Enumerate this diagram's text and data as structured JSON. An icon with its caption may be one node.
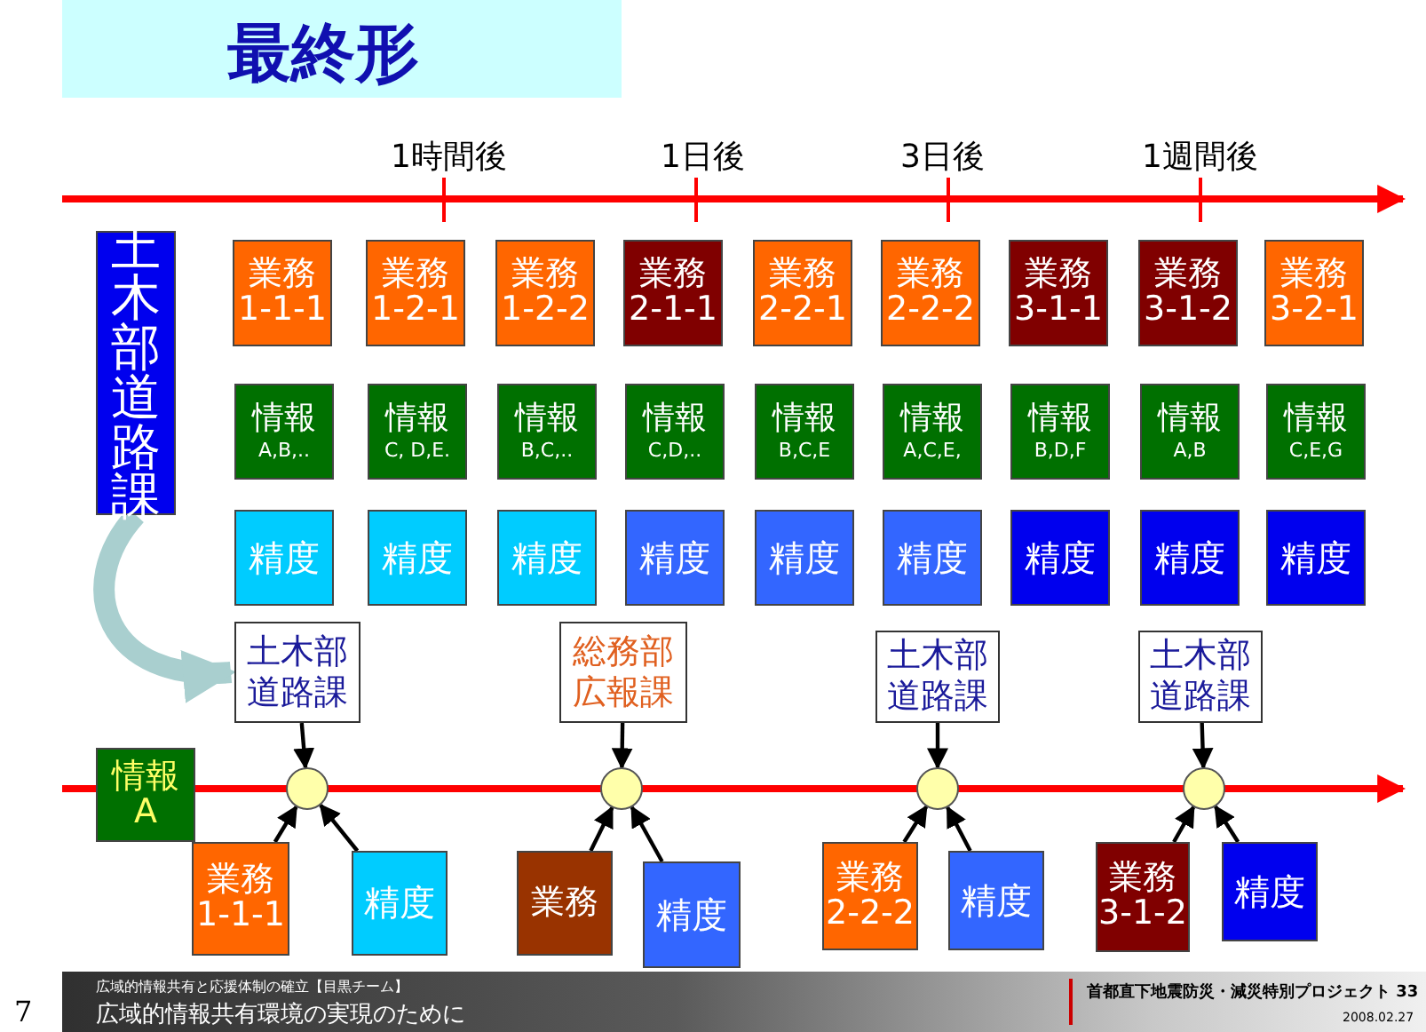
{
  "diagram": {
    "title": "最終形",
    "nodes": [
      {
        "text": [
          "土木部道路課"
        ]
      },
      {
        "text": [
          "業務",
          "1-1-1"
        ]
      },
      {
        "text": [
          "業務",
          "1-2-1"
        ]
      },
      {
        "text": [
          "業務",
          "1-2-2"
        ]
      },
      {
        "text": [
          "業務",
          "2-1-1"
        ]
      },
      {
        "text": [
          "業務",
          "2-2-1"
        ]
      },
      {
        "text": [
          "業務",
          "2-2-2"
        ]
      },
      {
        "text": [
          "業務",
          "3-1-1"
        ]
      },
      {
        "text": [
          "業務",
          "3-1-2"
        ]
      },
      {
        "text": [
          "業務",
          "3-2-1"
        ]
      },
      {
        "text": [
          "情報",
          "A,B,.."
        ]
      },
      {
        "text": [
          "情報",
          "C, D,E."
        ]
      },
      {
        "text": [
          "情報",
          "B,C,.."
        ]
      },
      {
        "text": [
          "情報",
          "C,D,.."
        ]
      },
      {
        "text": [
          "情報",
          "B,C,E"
        ]
      },
      {
        "text": [
          "情報",
          "A,C,E,"
        ]
      },
      {
        "text": [
          "情報",
          "B,D,F"
        ]
      },
      {
        "text": [
          "情報",
          "A,B"
        ]
      },
      {
        "text": [
          "情報",
          "C,E,G"
        ]
      },
      {
        "text": [
          "精度"
        ]
      },
      {
        "text": [
          "精度"
        ]
      },
      {
        "text": [
          "精度"
        ]
      },
      {
        "text": [
          "精度"
        ]
      },
      {
        "text": [
          "精度"
        ]
      },
      {
        "text": [
          "精度"
        ]
      },
      {
        "text": [
          "精度"
        ]
      },
      {
        "text": [
          "精度"
        ]
      },
      {
        "text": [
          "精度"
        ]
      },
      {
        "text": [
          "土木部道路課"
        ]
      },
      {
        "text": [
          "総務部広報課"
        ]
      },
      {
        "text": [
          "土木部道路課"
        ]
      },
      {
        "text": [
          "土木部道路課"
        ]
      },
      {
        "text": [
          "情報",
          "A"
        ]
      },
      {
        "text": [],
        "shape": "circle"
      },
      {
        "text": [],
        "shape": "circle"
      },
      {
        "text": [],
        "shape": "circle"
      },
      {
        "text": [],
        "shape": "circle"
      },
      {
        "text": [
          "業務",
          "1-1-1"
        ]
      },
      {
        "text": [
          "精度"
        ]
      },
      {
        "text": [
          "業務"
        ]
      },
      {
        "text": [
          "精度"
        ]
      },
      {
        "text": [
          "業務",
          "2-2-2"
        ]
      },
      {
        "text": [
          "精度"
        ]
      },
      {
        "text": [
          "業務",
          "3-1-2"
        ]
      },
      {
        "text": [
          "精度"
        ]
      }
    ],
    "edges": [
      {
        "from": 0,
        "to": 28,
        "arrow": "to",
        "style": "thick",
        "color": "#a9cfcf"
      },
      {
        "from": 28,
        "to": 33,
        "arrow": "to"
      },
      {
        "from": 37,
        "to": 33,
        "arrow": "to"
      },
      {
        "from": 38,
        "to": 33,
        "arrow": "to"
      },
      {
        "from": 29,
        "to": 34,
        "arrow": "to"
      },
      {
        "from": 39,
        "to": 34,
        "arrow": "to"
      },
      {
        "from": 40,
        "to": 34,
        "arrow": "to"
      },
      {
        "from": 30,
        "to": 35,
        "arrow": "to"
      },
      {
        "from": 41,
        "to": 35,
        "arrow": "to"
      },
      {
        "from": 42,
        "to": 35,
        "arrow": "to"
      },
      {
        "from": 31,
        "to": 36,
        "arrow": "to"
      },
      {
        "from": 43,
        "to": 36,
        "arrow": "to"
      },
      {
        "from": 44,
        "to": 36,
        "arrow": "to"
      }
    ],
    "labels": [
      "1時間後",
      "1日後",
      "3日後",
      "1週間後",
      "7",
      "広域的情報共有と応援体制の確立【目黒チーム】",
      "広域的情報共有環境の実現のために",
      "首都直下地震防災・減災特別プロジェクト 33",
      "2008.02.27"
    ]
  }
}
